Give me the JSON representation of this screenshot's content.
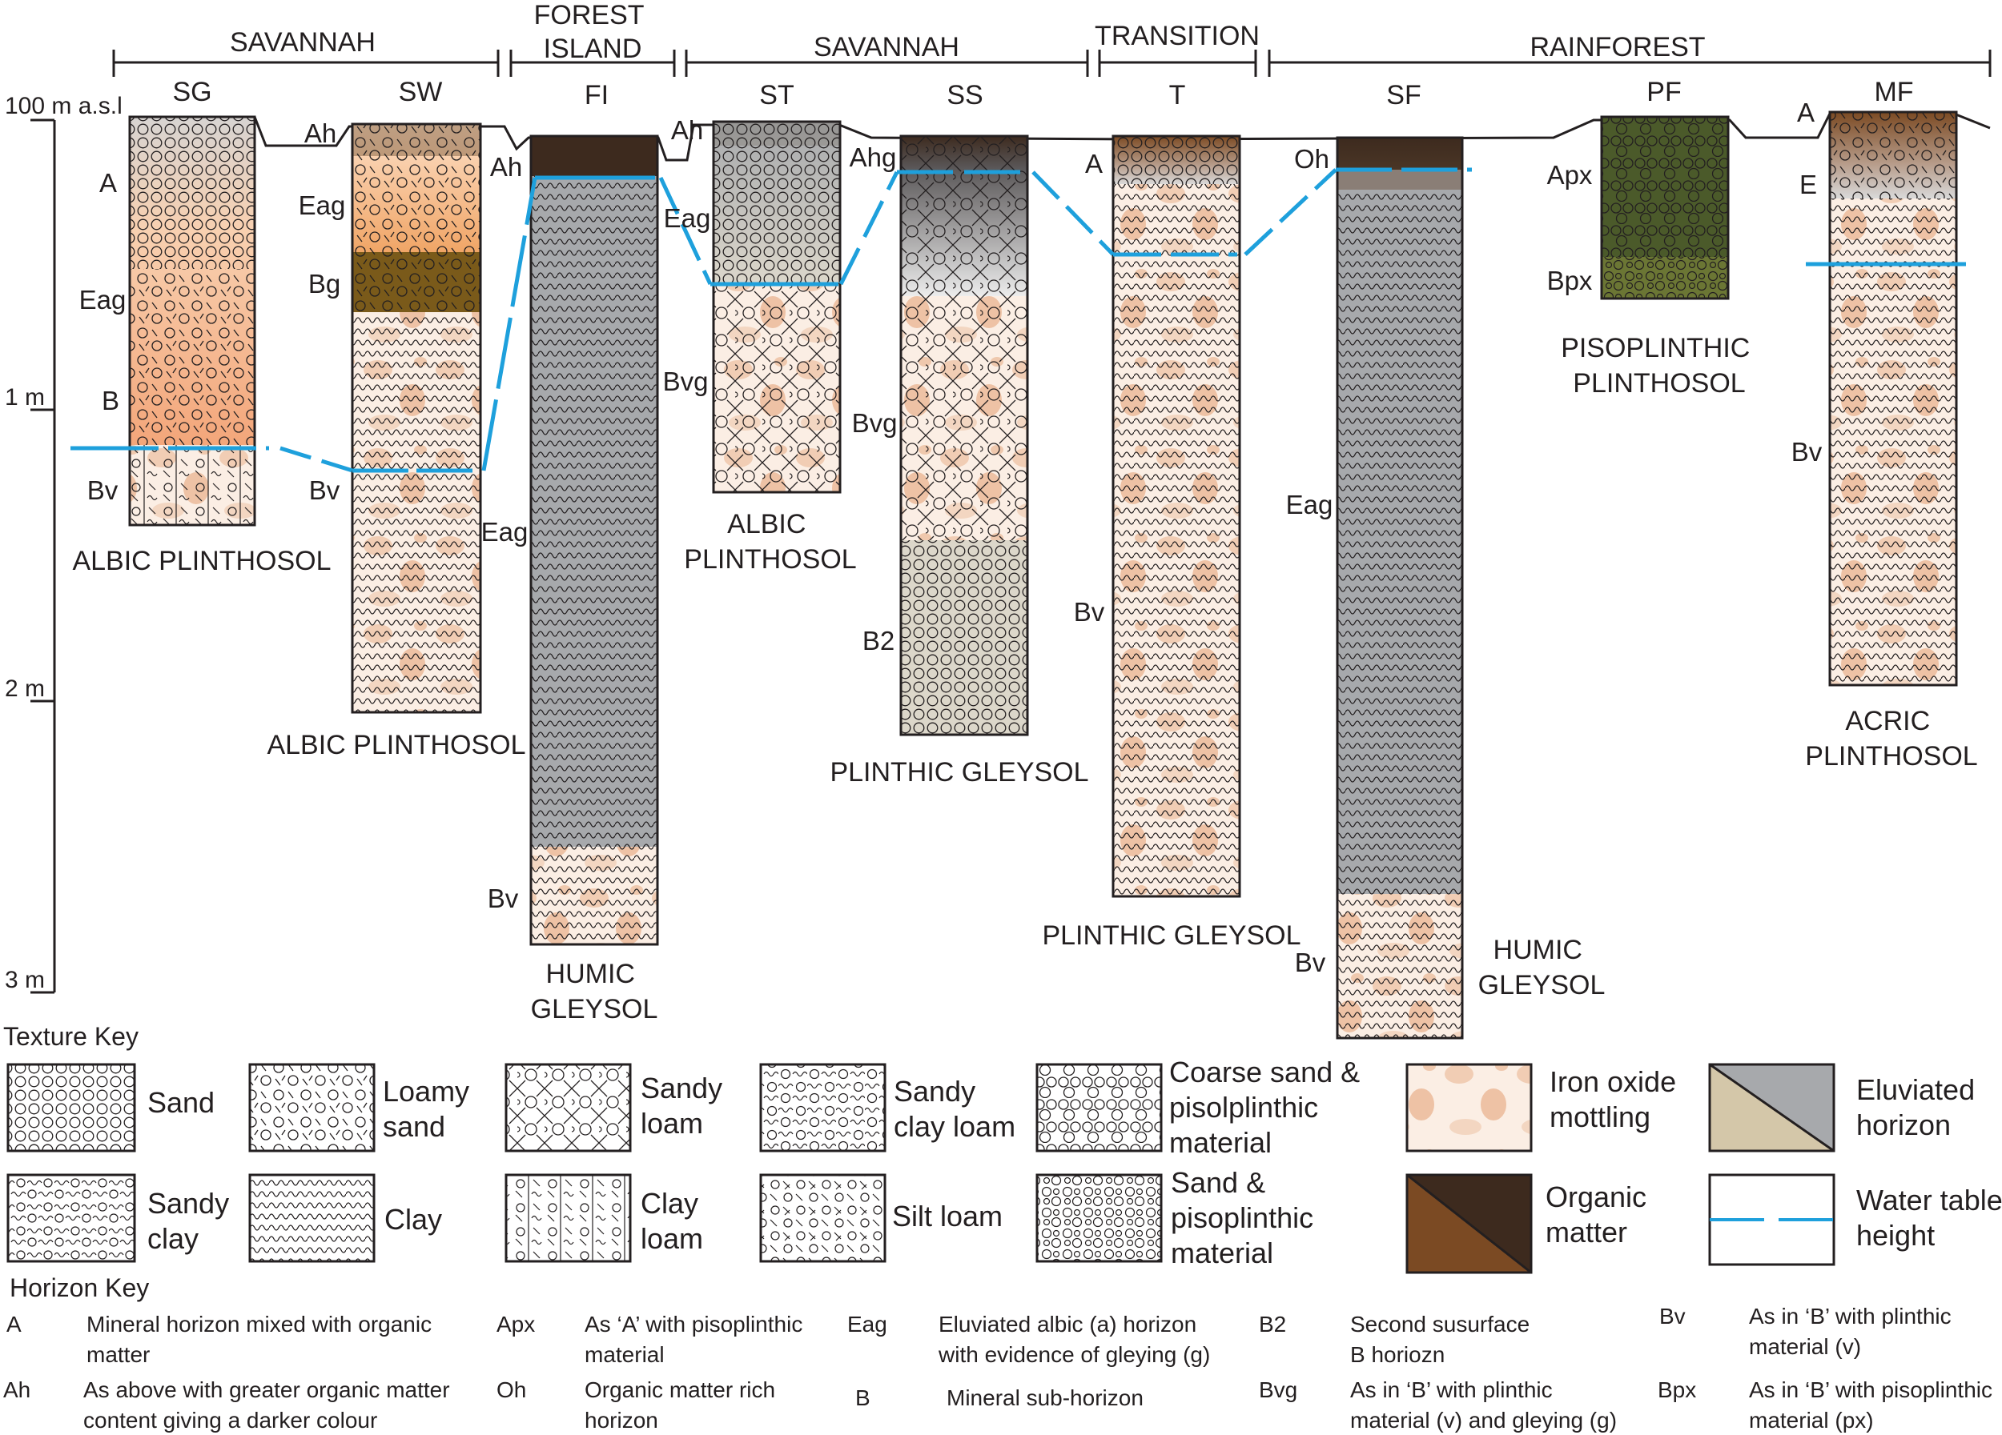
{
  "zones": [
    {
      "id": "savannah-1",
      "label": "SAVANNAH"
    },
    {
      "id": "forest-island",
      "label": "FOREST\nISLAND"
    },
    {
      "id": "savannah-2",
      "label": "SAVANNAH"
    },
    {
      "id": "transition",
      "label": "TRANSITION"
    },
    {
      "id": "rainforest",
      "label": "RAINFOREST"
    }
  ],
  "scale": {
    "ticks": [
      "100 m a.s.l",
      "1 m",
      "2 m",
      "3 m"
    ]
  },
  "profiles": [
    {
      "code": "SG",
      "classification": "ALBIC PLINTHOSOL",
      "horizons": [
        {
          "label": "A"
        },
        {
          "label": "Eag"
        },
        {
          "label": "B"
        },
        {
          "label": "Bv"
        }
      ]
    },
    {
      "code": "SW",
      "classification": "ALBIC PLINTHOSOL",
      "horizons": [
        {
          "label": "Ah"
        },
        {
          "label": "Eag"
        },
        {
          "label": "Bg"
        },
        {
          "label": "Bv"
        }
      ]
    },
    {
      "code": "FI",
      "classification": "HUMIC\nGLEYSOL",
      "horizons": [
        {
          "label": "Ah"
        },
        {
          "label": "Eag"
        },
        {
          "label": "Bv"
        }
      ]
    },
    {
      "code": "ST",
      "classification": "ALBIC\nPLINTHOSOL",
      "horizons": [
        {
          "label": "Ah"
        },
        {
          "label": "Eag"
        },
        {
          "label": "Bvg"
        }
      ]
    },
    {
      "code": "SS",
      "classification": "PLINTHIC GLEYSOL",
      "horizons": [
        {
          "label": "Ahg"
        },
        {
          "label": "Bvg"
        },
        {
          "label": "B2"
        }
      ]
    },
    {
      "code": "T",
      "classification": "PLINTHIC GLEYSOL",
      "horizons": [
        {
          "label": "A"
        },
        {
          "label": "Bv"
        }
      ]
    },
    {
      "code": "SF",
      "classification": "HUMIC\nGLEYSOL",
      "horizons": [
        {
          "label": "Oh"
        },
        {
          "label": "Eag"
        },
        {
          "label": "Bv"
        }
      ]
    },
    {
      "code": "PF",
      "classification": "PISOPLINTHIC\nPLINTHOSOL",
      "horizons": [
        {
          "label": "Apx"
        },
        {
          "label": "Bpx"
        }
      ]
    },
    {
      "code": "MF",
      "classification": "ACRIC\nPLINTHOSOL",
      "horizons": [
        {
          "label": "A"
        },
        {
          "label": "E"
        },
        {
          "label": "Bv"
        }
      ]
    }
  ],
  "texture_key": {
    "title": "Texture Key",
    "items": [
      {
        "label": "Sand"
      },
      {
        "label": "Loamy\nsand"
      },
      {
        "label": "Sandy\nloam"
      },
      {
        "label": "Sandy\nclay loam"
      },
      {
        "label": "Coarse sand &\npisolplinthic\nmaterial"
      },
      {
        "label": "Iron oxide\nmottling"
      },
      {
        "label": "Eluviated\nhorizon"
      },
      {
        "label": "Sandy\nclay"
      },
      {
        "label": "Clay"
      },
      {
        "label": "Clay\nloam"
      },
      {
        "label": "Silt loam"
      },
      {
        "label": "Sand &\npisoplinthic\nmaterial"
      },
      {
        "label": "Organic\nmatter"
      },
      {
        "label": "Water table\nheight"
      }
    ]
  },
  "horizon_key": {
    "title": "Horizon Key",
    "items": [
      {
        "code": "A",
        "desc": "Mineral horizon mixed with organic\nmatter"
      },
      {
        "code": "Ah",
        "desc": "As above with greater organic matter\ncontent giving a darker colour"
      },
      {
        "code": "Apx",
        "desc": "As ‘A’ with pisoplinthic\nmaterial"
      },
      {
        "code": "Oh",
        "desc": "Organic matter rich\nhorizon"
      },
      {
        "code": "Eag",
        "desc": "Eluviated albic (a) horizon\nwith evidence of gleying (g)"
      },
      {
        "code": "B",
        "desc": "Mineral sub-horizon"
      },
      {
        "code": "B2",
        "desc": "Second susurface\nB horiozn"
      },
      {
        "code": "Bvg",
        "desc": "As in ‘B’ with plinthic\nmaterial (v) and gleying (g)"
      },
      {
        "code": "Bv",
        "desc": "As in ‘B’ with plinthic\nmaterial (v)"
      },
      {
        "code": "Bpx",
        "desc": "As in ‘B’ with pisoplinthic\nmaterial (px)"
      }
    ]
  },
  "colors": {
    "water_table": "#1ea0dc",
    "eluviated_grey": "#a7a9ac",
    "organic": "#3d2a1e",
    "organic_brown": "#7b4a23",
    "albic_orange": "#f3a77a",
    "bg_brown": "#7a5a1a",
    "pisoplinthic_olive": "#6b7634",
    "mottle_pink": "#ecc3a6"
  }
}
